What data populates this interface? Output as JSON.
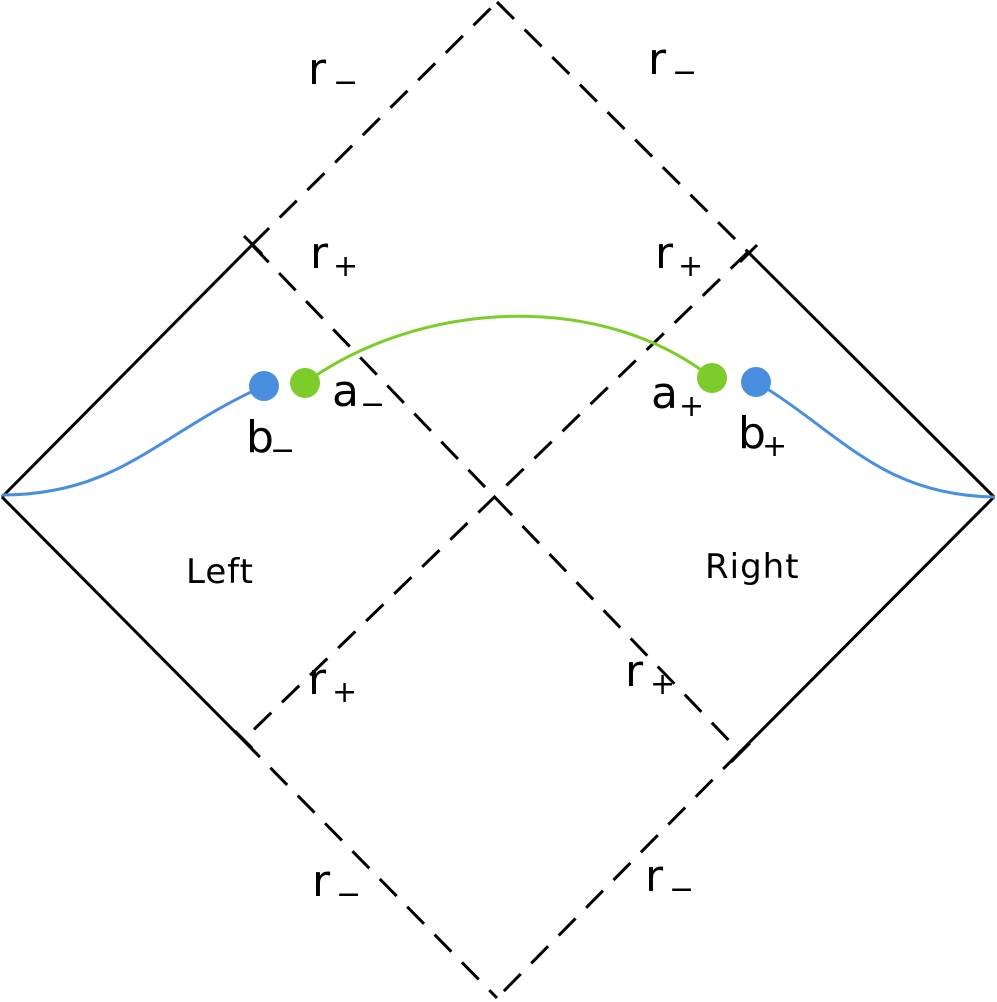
{
  "diagram": {
    "regions": {
      "left": "Left",
      "right": "Right"
    },
    "horizon_labels": {
      "top_left_outer": {
        "base": "r",
        "sub": "−"
      },
      "top_right_outer": {
        "base": "r",
        "sub": "−"
      },
      "top_left_inner": {
        "base": "r",
        "sub": "+"
      },
      "top_right_inner": {
        "base": "r",
        "sub": "+"
      },
      "bottom_left_inner": {
        "base": "r",
        "sub": "+"
      },
      "bottom_right_inner": {
        "base": "r",
        "sub": "+"
      },
      "bottom_left_outer": {
        "base": "r",
        "sub": "−"
      },
      "bottom_right_outer": {
        "base": "r",
        "sub": "−"
      }
    },
    "points": {
      "b_minus": {
        "base": "b",
        "sub": "−"
      },
      "a_minus": {
        "base": "a",
        "sub": "−"
      },
      "a_plus": {
        "base": "a",
        "sub": "+"
      },
      "b_plus": {
        "base": "b",
        "sub": "+"
      }
    },
    "colors": {
      "boundary": "#000000",
      "horizon": "#000000",
      "blue_curve": "#4a8fdf",
      "green_curve": "#7ccc2a"
    }
  }
}
